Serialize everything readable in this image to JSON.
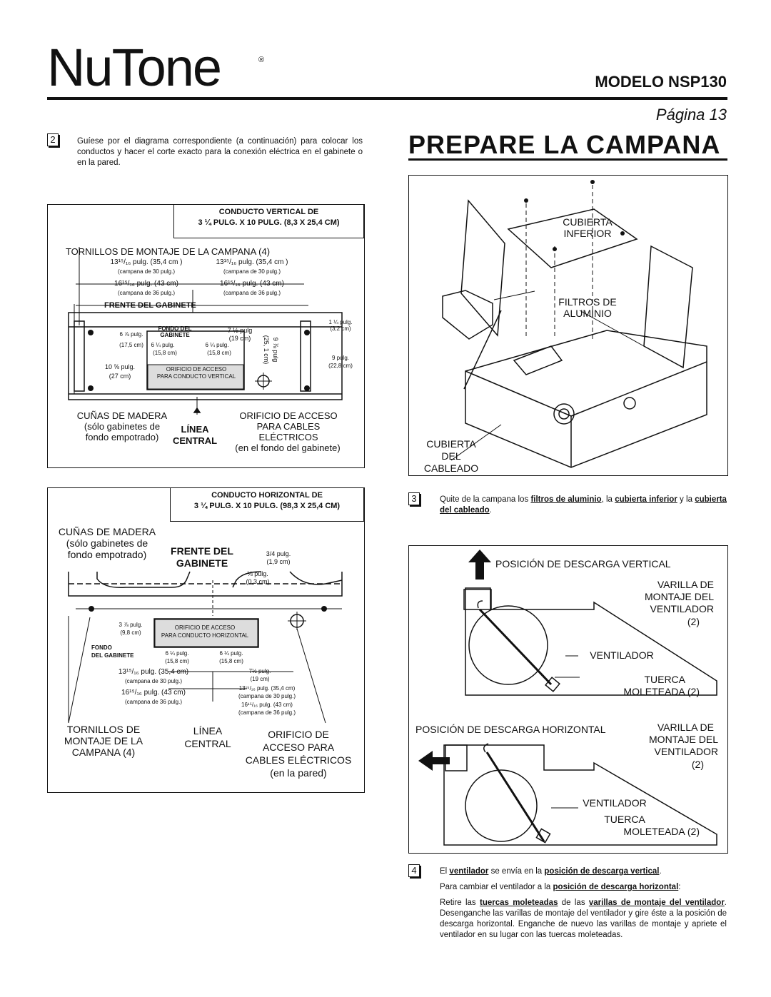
{
  "brand": {
    "logo": "NuTone",
    "reg": "®"
  },
  "model": "MODELO NSP130",
  "page": "Página 13",
  "heading": "PREPARE LA CAMPANA",
  "step2": {
    "num": "2",
    "text": "Guíese por el diagrama correspondiente (a continuación) para colocar los conductos y hacer el corte exacto para la conexión eléctrica en el gabinete o en la pared."
  },
  "vertical": {
    "hdr1": "CONDUCTO VERTICAL DE",
    "hdr2": "3 ¼ PULG. X 10 PULG. (8,3 X 25,4 CM)",
    "screws": "TORNILLOS DE MONTAJE DE LA CAMPANA (4)",
    "d1a": "13¹⁵/₁₆ pulg. (35,4 cm )",
    "d1b": "(campana de 30 pulg.)",
    "d2a": "13¹⁵/₁₆ pulg. (35,4 cm )",
    "d2b": "(campana de 30 pulg.)",
    "d3a": "16¹⁵/₁₆ pulg. (43 cm)",
    "d3b": "(campana de 36 pulg.)",
    "d4a": "16¹⁵/₁₆ pulg. (43 cm)",
    "d4b": "(campana de 36 pulg.)",
    "frente": "FRENTE DEL GABINETE",
    "fondo": "FONDO DEL GABINETE",
    "m1": "6 ⅞ pulg.",
    "m1b": "(17,5 cm)",
    "m2": "6 ¼ pulg.",
    "m2b": "(15,8 cm)",
    "m3": "6 ¼ pulg.",
    "m3b": "(15,8 cm)",
    "m4": "7 ½ pulg",
    "m4b": "(19 cm)",
    "m5": "9 ⅞ pulg",
    "m5b": "(25, 1 cm)",
    "m6": "1 ¼ pulg.",
    "m6b": "(3,2 cm)",
    "m7": "9 pulg.",
    "m7b": "(22,8 cm)",
    "m8": "10 ⅝ pulg.",
    "m8b": "(27 cm)",
    "access1": "ORIFICIO DE ACCESO",
    "access2": "PARA CONDUCTO VERTICAL",
    "wedges1": "CUÑAS DE MADERA",
    "wedges2": "(sólo gabinetes de",
    "wedges3": "fondo empotrado)",
    "linea1": "LÍNEA",
    "linea2": "CENTRAL",
    "elec1": "ORIFICIO DE ACCESO",
    "elec2": "PARA CABLES",
    "elec3": "ELÉCTRICOS",
    "elec4": "(en el fondo del gabinete)"
  },
  "horizontal": {
    "hdr1": "CONDUCTO HORIZONTAL DE",
    "hdr2": "3 ¼ PULG. X 10 PULG. (98,3 X 25,4 CM)",
    "wedges1": "CUÑAS DE MADERA",
    "wedges2": "(sólo gabinetes de",
    "wedges3": "fondo empotrado)",
    "frente1": "FRENTE DEL",
    "frente2": "GABINETE",
    "m1": "3/4 pulg.",
    "m1b": "(1,9 cm)",
    "m2": "⅛ pulg.",
    "m2b": "(0,3 cm)",
    "m3": "3 ⅞ pulg.",
    "m3b": "(9,8 cm)",
    "fondo1": "FONDO",
    "fondo2": "DEL GABINETE",
    "m4": "6 ¼ pulg.",
    "m4b": "(15,8 cm)",
    "m5": "6 ¼ pulg.",
    "m5b": "(15,8 cm)",
    "access1": "ORIFICIO DE ACCESO",
    "access2": "PARA CONDUCTO HORIZONTAL",
    "d1a": "13¹⁵/₁₆ pulg. (35,4 cm)",
    "d1b": "(campana de 30 pulg.)",
    "d2a": "16¹⁵/₁₆ pulg. (43 cm)",
    "d2b": "(campana de 36 pulg.)",
    "m6": "7½ pulg.",
    "m6b": "(19 cm)",
    "d3a": "13¹⁵/₁₆ pulg. (35,4 cm)",
    "d3b": "(campana de 30 pulg.)",
    "d4a": "16¹⁵/₁₆ pulg. (43 cm)",
    "d4b": "(campana de 36 pulg.)",
    "screws1": "TORNILLOS DE",
    "screws2": "MONTAJE DE LA",
    "screws3": "CAMPANA (4)",
    "linea1": "LÍNEA",
    "linea2": "CENTRAL",
    "elec1": "ORIFICIO DE",
    "elec2": "ACCESO PARA",
    "elec3": "CABLES ELÉCTRICOS",
    "elec4": "(en la pared)"
  },
  "hood": {
    "cubierta1": "CUBIERTA",
    "cubierta2": "INFERIOR",
    "filtros1": "FILTROS DE",
    "filtros2": "ALUMINIO",
    "cableado1": "CUBIERTA",
    "cableado2": "DEL",
    "cableado3": "CABLEADO"
  },
  "step3": {
    "num": "3",
    "t1": "Quite de la campana los ",
    "l1": "filtros de aluminio",
    "t2": ", la ",
    "l2": "cubierta inferior",
    "t3": " y la ",
    "l3": "cubierta del cableado",
    "t4": "."
  },
  "fan": {
    "vert": "POSICIÓN DE DESCARGA VERTICAL",
    "varilla1": "VARILLA DE",
    "varilla2": "MONTAJE DEL",
    "varilla3": "VENTILADOR",
    "varilla4": "(2)",
    "vent": "VENTILADOR",
    "tuerca1": "TUERCA",
    "tuerca2": "MOLETEADA (2)",
    "horiz": "POSICIÓN DE DESCARGA HORIZONTAL",
    "hvarilla1": "VARILLA DE",
    "hvarilla2": "MONTAJE DEL",
    "hvarilla3": "VENTILADOR",
    "hvarilla4": "(2)",
    "hvent": "VENTILADOR",
    "htuerca1": "TUERCA",
    "htuerca2": "MOLETEADA (2)"
  },
  "step4": {
    "num": "4",
    "a1": "El ",
    "a2": "ventilador",
    "a3": " se envía en la ",
    "a4": "posición de descarga vertical",
    "a5": ".",
    "b1": "Para cambiar el ventilador a la ",
    "b2": "posición de descarga horizontal",
    "b3": ":",
    "c1": "Retire las ",
    "c2": "tuercas moleteadas",
    "c3": " de las ",
    "c4": "varillas de montaje del ventilador",
    "c5": ". Desenganche las varillas de montaje del ventilador y gire éste a la posición de descarga horizontal. Enganche de nuevo las varillas de montaje y apriete el ventilador en su lugar con las tuercas moleteadas."
  }
}
